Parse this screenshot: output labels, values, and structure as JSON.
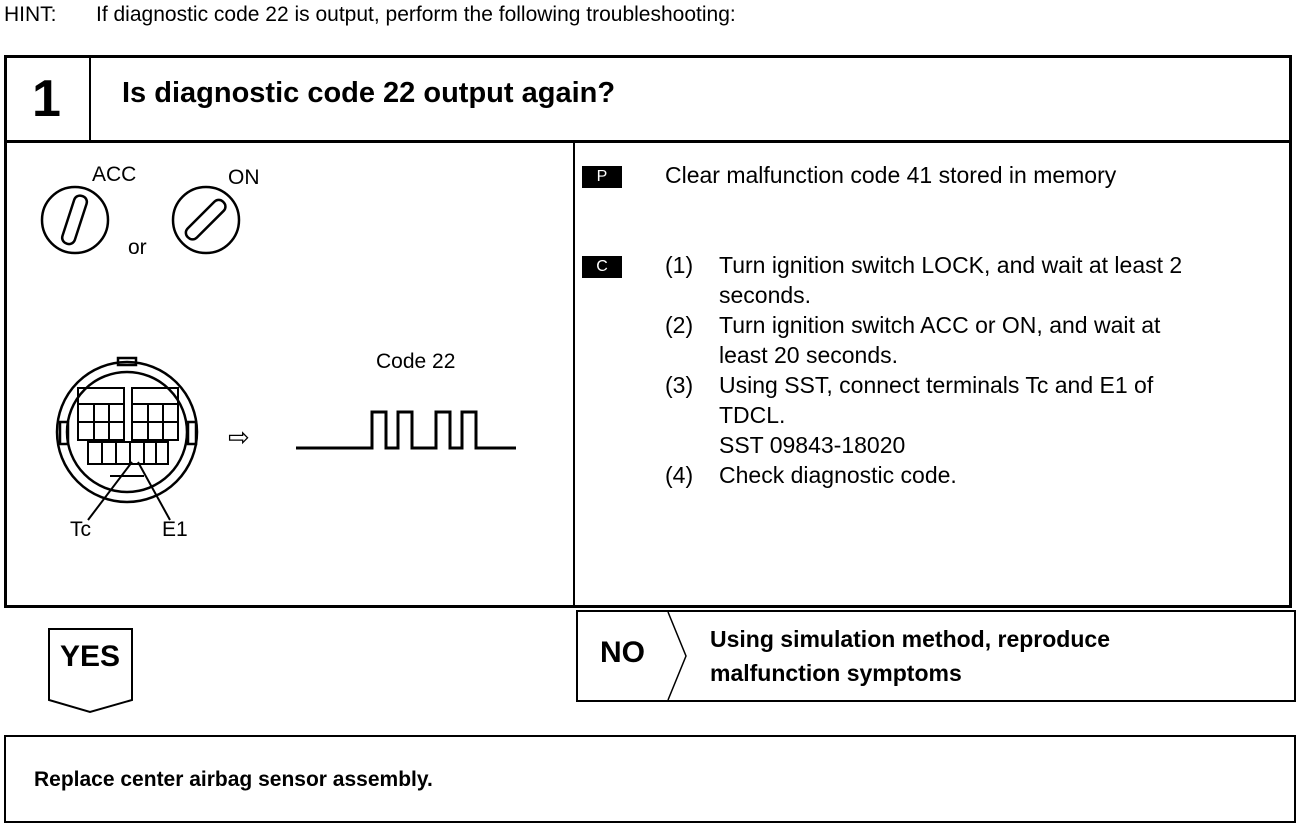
{
  "hint": {
    "label": "HINT:",
    "text": "If diagnostic code 22 is output, perform the following troubleshooting:"
  },
  "step": {
    "number": "1",
    "question": "Is diagnostic code 22 output again?"
  },
  "diagram": {
    "acc_label": "ACC",
    "on_label": "ON",
    "or_label": "or",
    "code_label": "Code 22",
    "tc_label": "Tc",
    "e1_label": "E1",
    "arrow_glyph": "⇨"
  },
  "instructions": {
    "p_badge": "P",
    "p_text": "Clear malfunction code 41 stored in memory",
    "c_badge": "C",
    "steps": [
      {
        "num": "(1)",
        "lines": [
          "Turn ignition switch LOCK, and wait at least 2",
          "seconds."
        ]
      },
      {
        "num": "(2)",
        "lines": [
          "Turn ignition switch ACC or ON, and wait at",
          "least 20 seconds."
        ]
      },
      {
        "num": "(3)",
        "lines": [
          "Using SST, connect terminals Tc and E1 of",
          "TDCL.",
          "SST 09843-18020"
        ]
      },
      {
        "num": "(4)",
        "lines": [
          "Check diagnostic code."
        ]
      }
    ]
  },
  "yes": {
    "label": "YES"
  },
  "no": {
    "label": "NO",
    "text_line1": "Using simulation method, reproduce",
    "text_line2": "malfunction symptoms"
  },
  "result": {
    "text": "Replace center airbag sensor assembly."
  }
}
